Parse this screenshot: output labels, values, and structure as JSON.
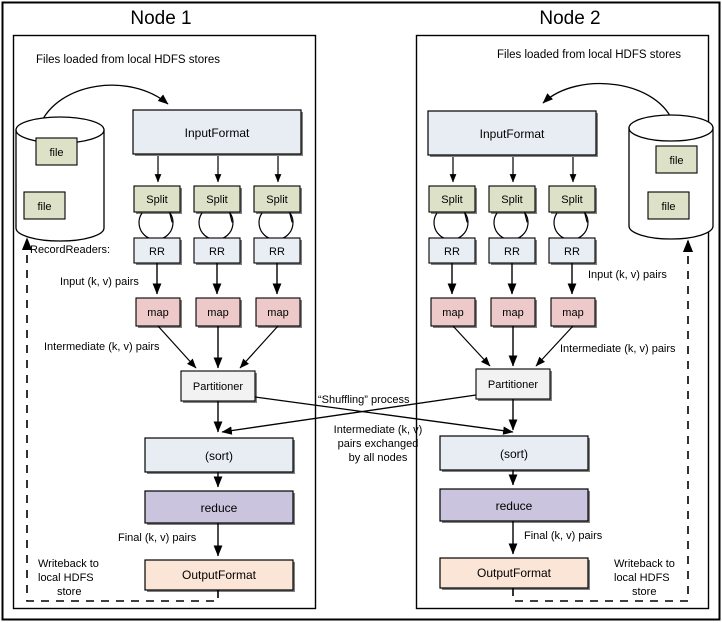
{
  "diagram": {
    "title_node1": "Node 1",
    "title_node2": "Node 2",
    "colors": {
      "input_format": "#e8edf4",
      "split": "#dde1c8",
      "record_reader": "#e9eef5",
      "map": "#edc9c9",
      "partitioner": "#f2f2f2",
      "sort": "#e8edf4",
      "reduce": "#cac4de",
      "output_format": "#fbe5d6",
      "file": "#dde1c8",
      "cylinder": "#ffffff",
      "stroke": "#000000",
      "shadow": "#808080"
    }
  },
  "node1": {
    "title": "Node 1",
    "caption_top": "Files loaded from local HDFS stores",
    "hdfs_store": {
      "name": "hdfs-cylinder",
      "files": [
        {
          "label": "file"
        },
        {
          "label": "file"
        }
      ]
    },
    "input_format": {
      "label": "InputFormat"
    },
    "splits": [
      {
        "label": "Split"
      },
      {
        "label": "Split"
      },
      {
        "label": "Split"
      }
    ],
    "record_readers": [
      {
        "label": "RR"
      },
      {
        "label": "RR"
      },
      {
        "label": "RR"
      }
    ],
    "maps": [
      {
        "label": "map"
      },
      {
        "label": "map"
      },
      {
        "label": "map"
      }
    ],
    "partitioner": {
      "label": "Partitioner"
    },
    "sort": {
      "label": "(sort)"
    },
    "reduce": {
      "label": "reduce"
    },
    "output_format": {
      "label": "OutputFormat"
    },
    "labels": {
      "record_readers": "RecordReaders:",
      "input_pairs": "Input (k, v) pairs",
      "intermediate_pairs": "Intermediate (k, v) pairs",
      "final_pairs": "Final (k, v) pairs",
      "writeback_line1": "Writeback to",
      "writeback_line2": "local HDFS",
      "writeback_line3": "store"
    }
  },
  "node2": {
    "title": "Node 2",
    "caption_top": "Files loaded from local HDFS stores",
    "hdfs_store": {
      "name": "hdfs-cylinder",
      "files": [
        {
          "label": "file"
        },
        {
          "label": "file"
        }
      ]
    },
    "input_format": {
      "label": "InputFormat"
    },
    "splits": [
      {
        "label": "Split"
      },
      {
        "label": "Split"
      },
      {
        "label": "Split"
      }
    ],
    "record_readers": [
      {
        "label": "RR"
      },
      {
        "label": "RR"
      },
      {
        "label": "RR"
      }
    ],
    "maps": [
      {
        "label": "map"
      },
      {
        "label": "map"
      },
      {
        "label": "map"
      }
    ],
    "partitioner": {
      "label": "Partitioner"
    },
    "sort": {
      "label": "(sort)"
    },
    "reduce": {
      "label": "reduce"
    },
    "output_format": {
      "label": "OutputFormat"
    },
    "labels": {
      "input_pairs": "Input (k, v) pairs",
      "intermediate_pairs": "Intermediate (k, v) pairs",
      "final_pairs": "Final (k, v) pairs",
      "writeback_line1": "Writeback to",
      "writeback_line2": "local HDFS",
      "writeback_line3": "store"
    }
  },
  "shuffle": {
    "title": "“Shuffling” process",
    "desc_line1": "Intermediate (k, v)",
    "desc_line2": "pairs exchanged",
    "desc_line3": "by all nodes"
  }
}
